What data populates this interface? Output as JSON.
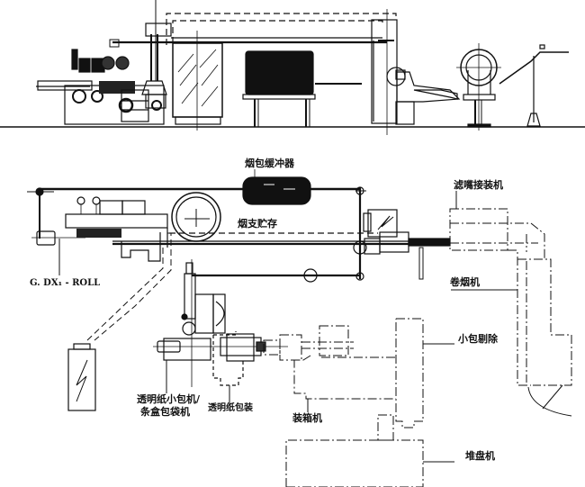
{
  "diagram": {
    "type": "process-layout",
    "views": [
      "elevation",
      "plan"
    ],
    "ink_color": "#111111",
    "background": "#ffffff"
  },
  "labels": {
    "pack_buffer": "烟包缓冲器",
    "cigarette_storage": "烟支贮存",
    "filter_attachment": "滤嘴接装机",
    "packer_model": "G. DX₁ - ROLL",
    "cigarette_maker": "卷烟机",
    "pack_rejection": "小包剔除",
    "overwrapper_line1": "透明纸小包机/",
    "overwrapper_line2": "条盒包袋机",
    "cellophane_wrap": "透明纸包装",
    "case_packer": "装箱机",
    "palletizer": "堆盘机"
  }
}
